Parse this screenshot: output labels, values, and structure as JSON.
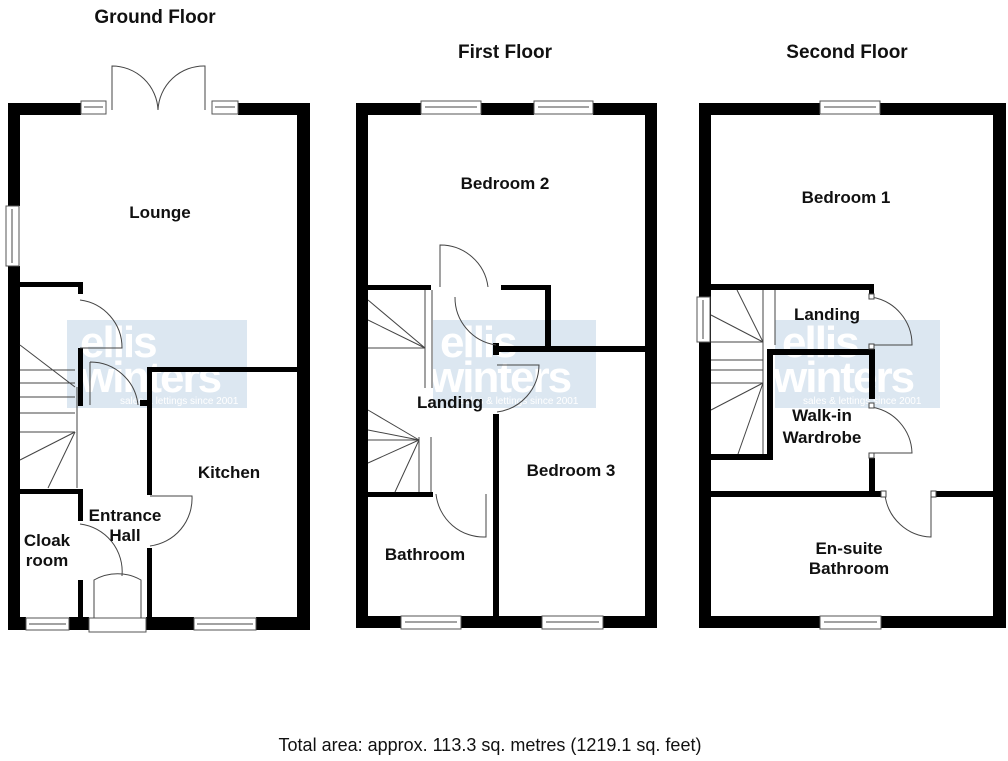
{
  "floors": [
    {
      "title": "Ground Floor",
      "rooms": [
        "Lounge",
        "Kitchen",
        "Entrance",
        "Hall",
        "Cloak",
        "room"
      ]
    },
    {
      "title": "First Floor",
      "rooms": [
        "Bedroom 2",
        "Landing",
        "Bedroom 3",
        "Bathroom"
      ]
    },
    {
      "title": "Second Floor",
      "rooms": [
        "Bedroom 1",
        "Landing",
        "Walk-in",
        "Wardrobe",
        "En-suite",
        "Bathroom"
      ]
    }
  ],
  "watermark": {
    "line1": "ellis",
    "line2": "winters",
    "tagline": "sales & lettings since 2001",
    "color": "#dce7f1"
  },
  "footer": {
    "total_area": "Total area: approx. 113.3 sq. metres (1219.1 sq. feet)"
  }
}
